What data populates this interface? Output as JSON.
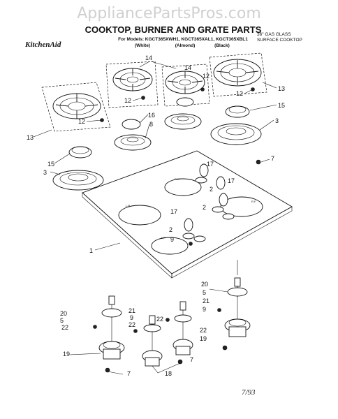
{
  "watermark": "AppliancePartsPros.com",
  "header": {
    "title": "COOKTOP, BURNER AND GRATE PARTS",
    "models_line": "For Models: KGCT365XWH1, KGCT365XAL1, KGCT365XBL1",
    "color_white": "(White)",
    "color_almond": "(Almond)",
    "color_black": "(Black)",
    "brand": "KitchenAid",
    "product_line1": "36\" GAS GLASS",
    "product_line2": "SURFACE COOKTOP"
  },
  "callouts": {
    "grate": "12",
    "burner_cap": "15",
    "burner_cap_alt": "16",
    "burner_base": "3",
    "burner_base_alt": "8",
    "grate_large": "13",
    "grate_small": "14",
    "cooktop": "1",
    "knob": "17",
    "bezel": "2",
    "nut": "7",
    "orifice_holder": "20",
    "gasket": "5",
    "igniter": "21",
    "valve_clip": "9",
    "screw": "22",
    "burner_assy": "19",
    "burner_assy_small": "18"
  },
  "cooktop_labels": {
    "lr": "L.R.",
    "rr": "R.R.",
    "lf": "L.F.",
    "rf": "R.F."
  },
  "date": "7/93"
}
